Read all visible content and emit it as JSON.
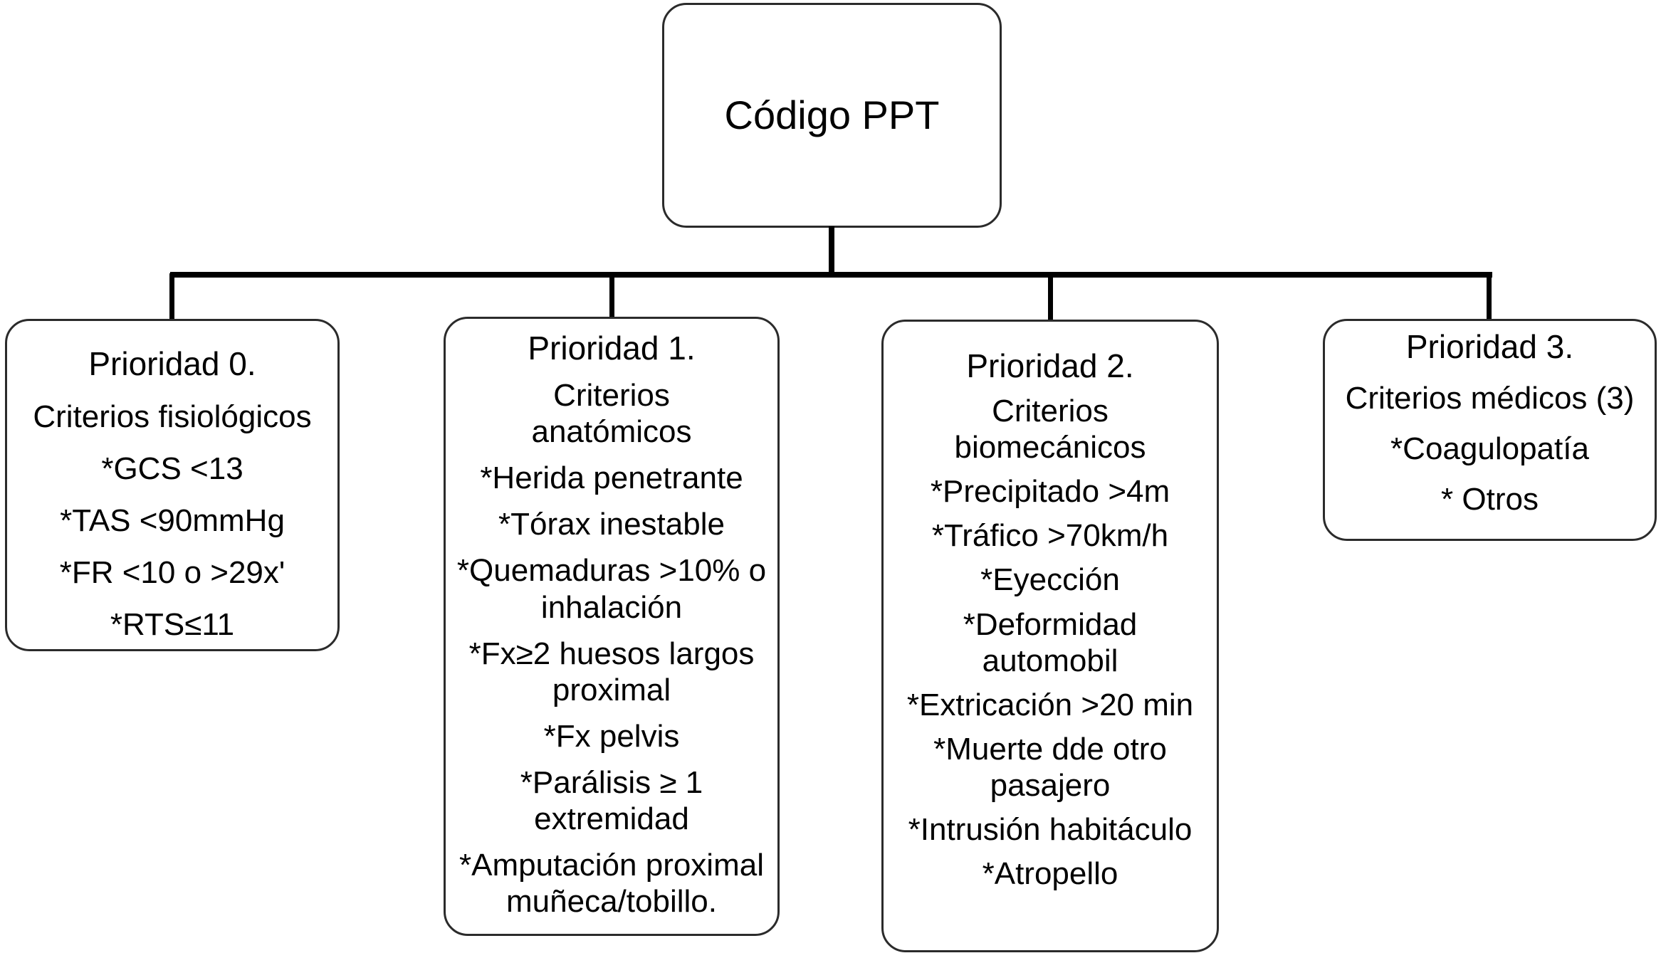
{
  "diagram": {
    "type": "flowchart",
    "root": {
      "title": "Código PPT"
    },
    "boxes": [
      {
        "title": "Prioridad 0.",
        "subtitle": "Criterios fisiológicos",
        "items": [
          "*GCS <13",
          "*TAS <90mmHg",
          "*FR <10 o >29x'",
          "*RTS≤11"
        ]
      },
      {
        "title": "Prioridad 1.",
        "subtitle": "Criterios\nanatómicos",
        "items": [
          "*Herida penetrante",
          "*Tórax inestable",
          "*Quemaduras >10% o\ninhalación",
          "*Fx≥2 huesos largos\nproximal",
          "*Fx pelvis",
          "*Parálisis ≥ 1\nextremidad",
          "*Amputación proximal\nmuñeca/tobillo."
        ]
      },
      {
        "title": "Prioridad 2.",
        "subtitle": "Criterios\nbiomecánicos",
        "items": [
          "*Precipitado >4m",
          "*Tráfico >70km/h",
          "*Eyección",
          "*Deformidad\nautomobil",
          "*Extricación >20 min",
          "*Muerte dde otro\npasajero",
          "*Intrusión habitáculo",
          "*Atropello"
        ]
      },
      {
        "title": "Prioridad 3.",
        "subtitle": "Criterios médicos (3)",
        "items": [
          "*Coagulopatía",
          "* Otros"
        ]
      }
    ],
    "colors": {
      "background": "#ffffff",
      "box_border": "#2b2b2b",
      "connector_line": "#000000",
      "text": "#000000"
    }
  }
}
